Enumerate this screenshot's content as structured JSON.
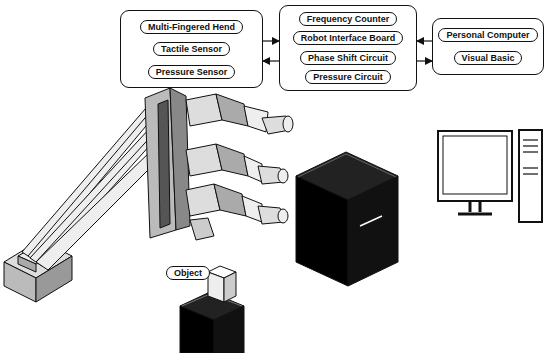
{
  "diagram": {
    "nodes": [
      {
        "text": []
      },
      {
        "text": [
          "Multi-Fingered Hend"
        ],
        "in": 0
      },
      {
        "text": [
          "Tactile Sensor"
        ],
        "in": 0
      },
      {
        "text": [
          "Pressure Sensor"
        ],
        "in": 0
      },
      {
        "text": []
      },
      {
        "text": [
          "Frequency Counter"
        ],
        "in": 4
      },
      {
        "text": [
          "Robot Interface Board"
        ],
        "in": 4
      },
      {
        "text": [
          "Phase Shift Circuit"
        ],
        "in": 4
      },
      {
        "text": [
          "Pressure Circuit"
        ],
        "in": 4
      },
      {
        "text": []
      },
      {
        "text": [
          "Personal Computer"
        ],
        "in": 9
      },
      {
        "text": [
          "Visual Basic"
        ],
        "in": 9
      },
      {
        "text": [
          "Object"
        ]
      }
    ],
    "edges": [
      {
        "from": 0,
        "to": 4,
        "arrow": "to"
      },
      {
        "from": 4,
        "to": 0,
        "arrow": "to"
      },
      {
        "from": 9,
        "to": 4,
        "arrow": "to"
      },
      {
        "from": 4,
        "to": 9,
        "arrow": "to"
      }
    ]
  }
}
